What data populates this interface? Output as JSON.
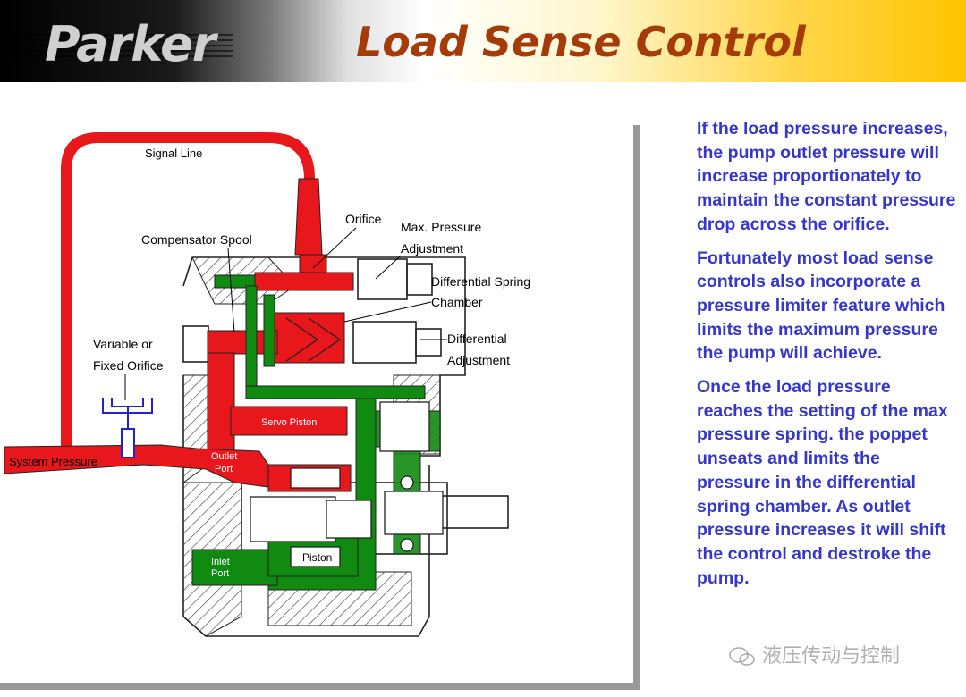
{
  "header": {
    "logo_text": "Parker",
    "title": "Load Sense Control"
  },
  "diagram": {
    "labels": {
      "signal_line": "Signal Line",
      "orifice": "Orifice",
      "max_pressure_1": "Max. Pressure",
      "max_pressure_2": "Adjustment",
      "compensator_spool": "Compensator Spool",
      "diff_spring_1": "Differential Spring",
      "diff_spring_2": "Chamber",
      "variable_1": "Variable or",
      "variable_2": "Fixed Orifice",
      "differential_1": "Differential",
      "differential_2": "Adjustment",
      "servo_piston": "Servo Piston",
      "system_pressure": "System Pressure",
      "outlet_1": "Outlet",
      "outlet_2": "Port",
      "inlet_1": "Inlet",
      "inlet_2": "Port",
      "piston": "Piston"
    },
    "colors": {
      "red": "#e8171c",
      "green": "#118a11",
      "hatch": "#444444"
    }
  },
  "text": {
    "p1": "If the load pressure increases, the pump outlet pressure will increase proportionately to maintain the constant pressure drop across the orifice.",
    "p2": "Fortunately most load sense controls also incorporate a pressure limiter feature which limits the maximum pressure the pump will achieve.",
    "p3": "Once the load pressure reaches the setting of the max pressure spring.  the poppet unseats and limits the pressure in the differential spring chamber. As outlet pressure increases it will shift the control and destroke the pump."
  },
  "watermark": {
    "text": "液压传动与控制"
  }
}
